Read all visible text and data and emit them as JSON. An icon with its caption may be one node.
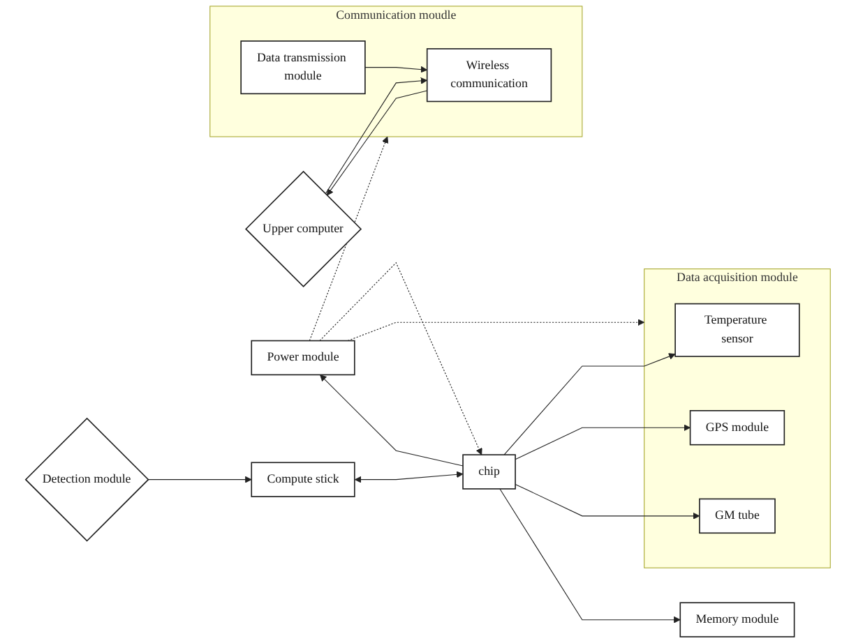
{
  "diagram": {
    "nodes": [
      {
        "text": [
          "Upper computer"
        ]
      },
      {
        "text": [
          "Power module"
        ]
      },
      {
        "text": [
          "Communication moudle"
        ]
      },
      {
        "text": [
          "Wireless communication"
        ],
        "in": 2
      },
      {
        "text": [
          "Data transmission module"
        ],
        "in": 2
      },
      {
        "text": [
          "chip"
        ]
      },
      {
        "text": [
          "Data acquisition module"
        ]
      },
      {
        "text": [
          "Temperature sensor"
        ],
        "in": 6
      },
      {
        "text": [
          "GPS module"
        ],
        "in": 6
      },
      {
        "text": [
          "GM tube"
        ],
        "in": 6
      },
      {
        "text": [
          "Compute stick"
        ]
      },
      {
        "text": [
          "Detection module"
        ]
      },
      {
        "text": [
          "Memory module"
        ]
      }
    ],
    "edges": [
      {
        "from": 3,
        "to": 0,
        "arrow": "to"
      },
      {
        "from": 0,
        "to": 3,
        "arrow": "to"
      },
      {
        "from": 4,
        "to": 3,
        "arrow": "to"
      },
      {
        "from": 5,
        "to": 1,
        "arrow": "to"
      },
      {
        "from": 1,
        "to": 5,
        "arrow": "to",
        "style": "dashed"
      },
      {
        "from": 1,
        "to": 2,
        "arrow": "to",
        "style": "dashed"
      },
      {
        "from": 1,
        "to": 6,
        "arrow": "to",
        "style": "dashed"
      },
      {
        "from": 5,
        "to": 7,
        "arrow": "to"
      },
      {
        "from": 5,
        "to": 8,
        "arrow": "to"
      },
      {
        "from": 5,
        "to": 9,
        "arrow": "to"
      },
      {
        "from": 10,
        "to": 5,
        "arrow": "both"
      },
      {
        "from": 11,
        "to": 10,
        "arrow": "to"
      },
      {
        "from": 5,
        "to": 12,
        "arrow": "to"
      }
    ]
  }
}
